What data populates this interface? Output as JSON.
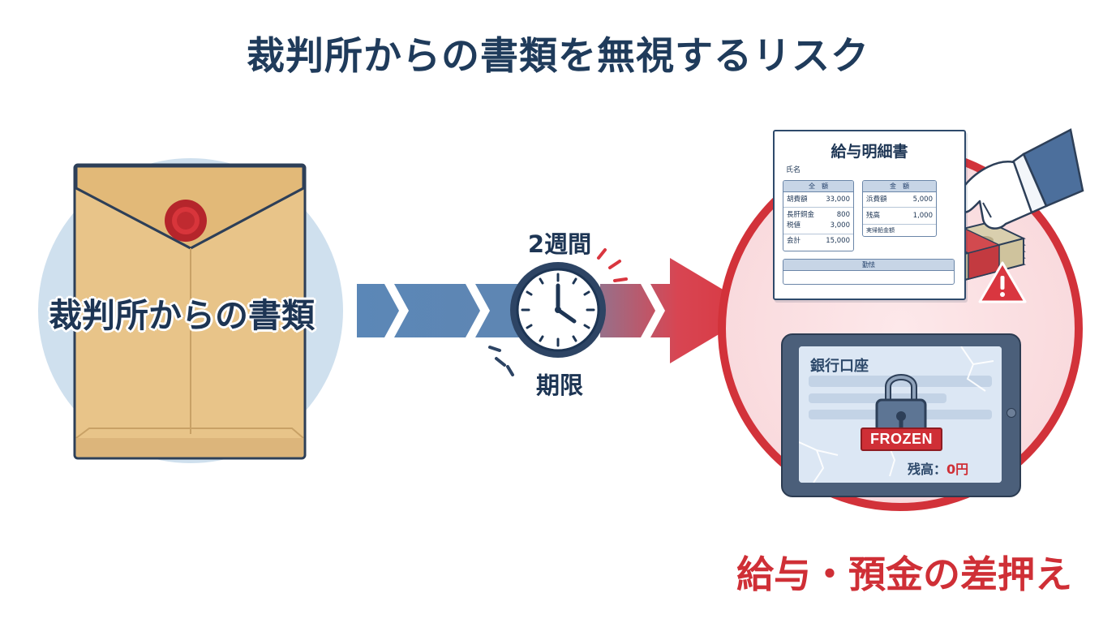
{
  "title": "裁判所からの書類を無視するリスク",
  "document": {
    "label": "裁判所からの書類"
  },
  "timer": {
    "period": "2週間",
    "deadline": "期限"
  },
  "payslip": {
    "title": "給与明細書",
    "name_label": "氏名",
    "left_header": "全　額",
    "left_rows": [
      {
        "label": "胡費額",
        "value": "33,000"
      },
      {
        "label": "長肝銅金\n税値",
        "value": "800\n3,000"
      },
      {
        "label": "会計",
        "value": "15,000"
      }
    ],
    "right_header": "金　額",
    "right_rows": [
      {
        "label": "浜費額",
        "value": "5,000"
      },
      {
        "label": "残高",
        "value": "1,000"
      },
      {
        "label": "実帰鉛金額",
        "value": ""
      }
    ],
    "bottom_header": "勤怯"
  },
  "bank": {
    "label": "銀行口座",
    "status": "FROZEN",
    "balance_label": "残高：",
    "balance_value": "0円"
  },
  "consequence": "給与・預金の差押え",
  "colors": {
    "navy": "#1f3b5b",
    "accent_red": "#cf2f36",
    "arrow_blue": "#5b87b7",
    "envelope": "#e8c489"
  }
}
